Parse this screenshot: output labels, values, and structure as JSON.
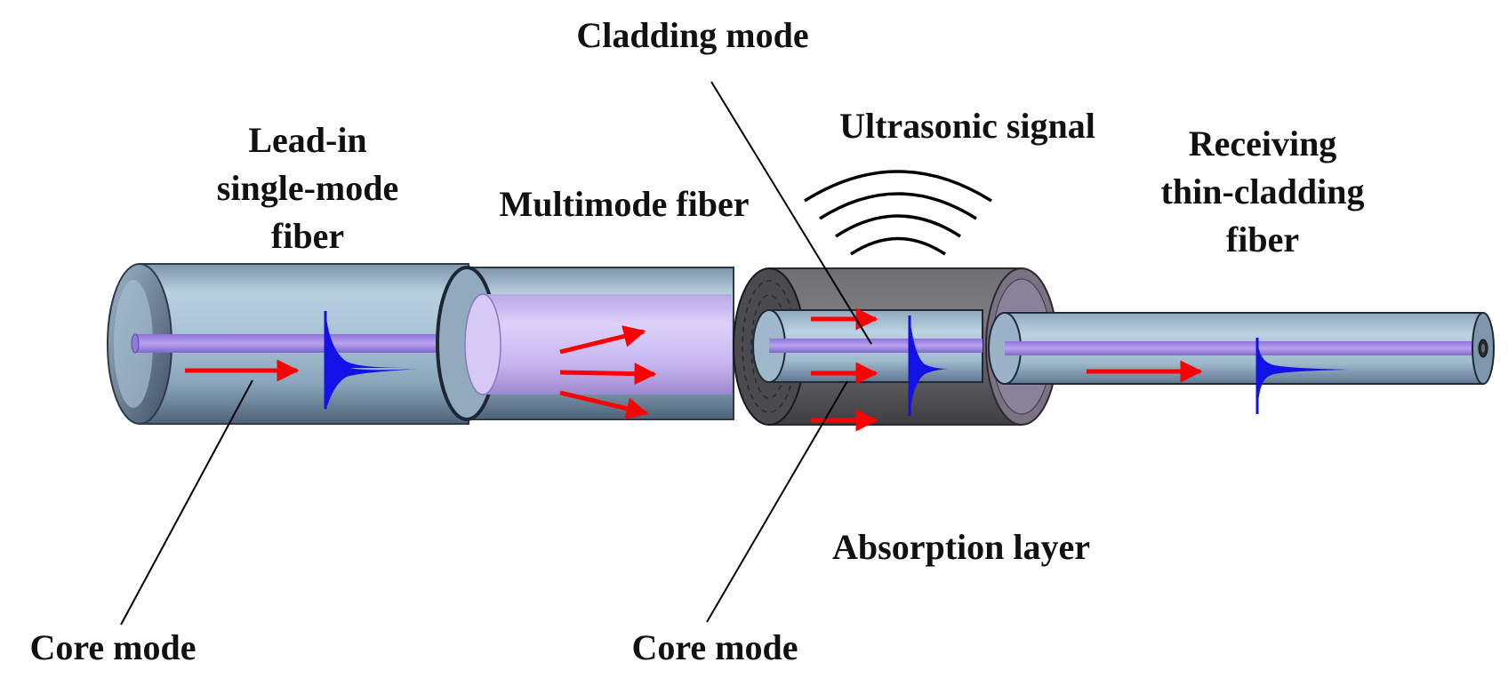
{
  "labels": {
    "lead_in_line1": "Lead-in",
    "lead_in_line2": "single-mode",
    "lead_in_line3": "fiber",
    "multimode": "Multimode fiber",
    "cladding_mode": "Cladding mode",
    "ultrasonic": "Ultrasonic signal",
    "receiving_line1": "Receiving",
    "receiving_line2": "thin-cladding",
    "receiving_line3": "fiber",
    "absorption": "Absorption layer",
    "core_mode_left": "Core mode",
    "core_mode_right": "Core mode"
  },
  "colors": {
    "cladding_glass": "#a9c3d6",
    "cladding_dark": "#5b6f85",
    "core": "#9f86e6",
    "multimode_core": "#cbb9f2",
    "absorption": "#5e5e62",
    "light_arrow": "#ff0000",
    "mode_profile": "#1212e6",
    "line": "#000000"
  },
  "icons": [
    "light-propagation-arrow",
    "gaussian-mode-profile",
    "ultrasonic-wave-arc"
  ]
}
